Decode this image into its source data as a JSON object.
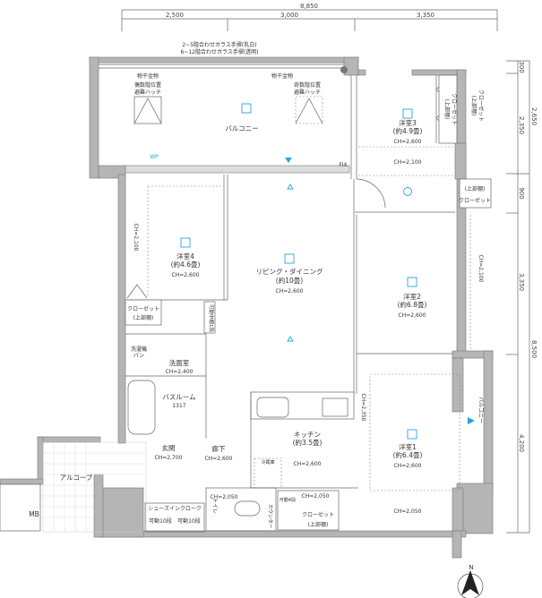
{
  "dimensions": {
    "total_width": "8,850",
    "widths": [
      "2,500",
      "3,000",
      "3,350"
    ],
    "right": [
      "300",
      "2,350",
      "900",
      "3,350",
      "4,200"
    ],
    "right_outer": [
      "2,650",
      "8,500"
    ]
  },
  "notes": {
    "railing_1": "2~5階合わせガラス手摺(乳白)",
    "railing_2": "6~12階合わせガラス手摺(透明)",
    "hanger_1": "物干金物",
    "hanger_2": "物干金物",
    "hatch_even": [
      "偶数階位置",
      "避難ハッチ"
    ],
    "hatch_odd": [
      "奇数階位置",
      "避難ハッチ"
    ],
    "fix": "FIX",
    "wp": "WP"
  },
  "rooms": {
    "balcony": "バルコニー",
    "balcony_side": "バルコニー",
    "western3": {
      "name": "洋室3",
      "size": "(約4.9畳)",
      "ch": "CH=2,600",
      "ch2": "CH=2,100"
    },
    "closet3": {
      "name": "クローゼット",
      "upper": "(上部棚)"
    },
    "closet_mid": {
      "upper": "(上部棚)",
      "name": "クローゼット"
    },
    "western4": {
      "name": "洋室4",
      "size": "(約4.6畳)",
      "ch": "CH=2,600",
      "ch_side": "CH=2,100"
    },
    "closet4": {
      "name": "クローゼット",
      "upper": "(上部棚)"
    },
    "living": {
      "name": "リビング・ダイニング",
      "size": "(約10畳)",
      "ch": "CH=2,600"
    },
    "shelf": "可動中棚1段",
    "western2": {
      "name": "洋室2",
      "size": "(約6.8畳)",
      "ch": "CH=2,600",
      "ch_side": "CH=2,100"
    },
    "washroom": {
      "name": "洗面室",
      "ch": "CH=2,400",
      "pan": [
        "洗濯機",
        "パン"
      ]
    },
    "bath": {
      "name": "バスルーム",
      "size": "1317"
    },
    "kitchen": {
      "name": "キッチン",
      "size": "(約3.5畳)",
      "ch": "CH=2,600",
      "fridge": "冷蔵庫",
      "ch_side": "CH=2,350"
    },
    "western1": {
      "name": "洋室1",
      "size": "(約6.4畳)",
      "ch": "CH=2,600",
      "ch2": "CH=2,050"
    },
    "hall": {
      "name": "廊下",
      "ch": "CH=2,600"
    },
    "entrance": {
      "name": "玄関",
      "ch": "CH=2,700"
    },
    "alcove": "アルコーブ",
    "mb": "MB",
    "shoes": {
      "name": "シューズインクローク",
      "shelf1": "可動10段",
      "shelf2": "可動10段"
    },
    "toilet": {
      "name": "トイレ",
      "ch": "CH=2,050",
      "counter": "カウンター"
    },
    "closet_bottom": {
      "name": "クローゼット",
      "upper": "(上部棚)",
      "shelf": "可動4段",
      "ch": "CH=2,050"
    }
  },
  "compass": "N"
}
